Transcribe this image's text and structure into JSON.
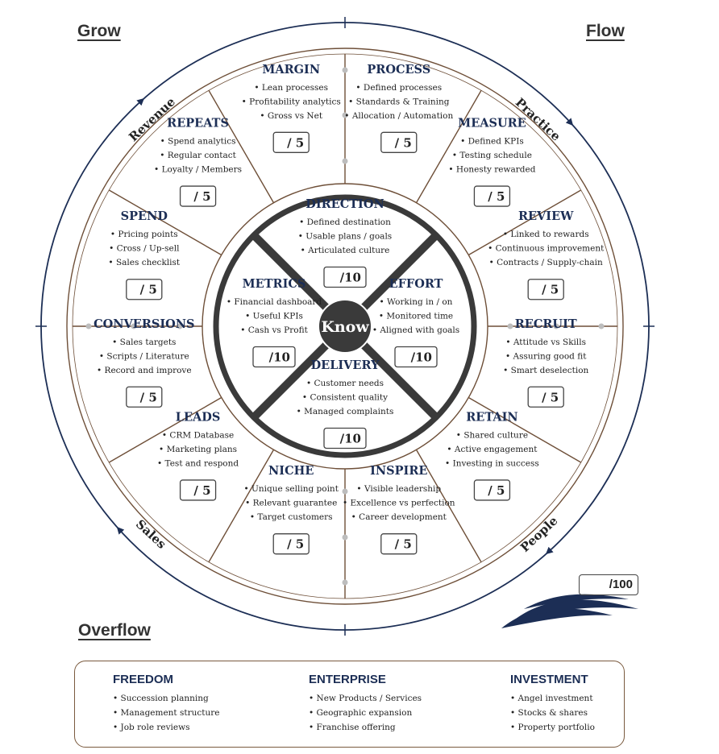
{
  "corners": {
    "grow": "Grow",
    "flow": "Flow",
    "overflow": "Overflow"
  },
  "arc_labels": {
    "revenue": "Revenue",
    "practice": "Practice",
    "sales": "Sales",
    "people": "People"
  },
  "center": {
    "label": "Know"
  },
  "inner": [
    {
      "id": "direction",
      "title": "DIRECTION",
      "items": [
        "Defined destination",
        "Usable plans / goals",
        "Articulated culture"
      ],
      "score": "/10"
    },
    {
      "id": "effort",
      "title": "EFFORT",
      "items": [
        "Working in / on",
        "Monitored time",
        "Aligned with goals"
      ],
      "score": "/10"
    },
    {
      "id": "delivery",
      "title": "DELIVERY",
      "items": [
        "Customer needs",
        "Consistent quality",
        "Managed complaints"
      ],
      "score": "/10"
    },
    {
      "id": "metrics",
      "title": "METRICS",
      "items": [
        "Financial dashboard",
        "Useful KPIs",
        "Cash vs Profit"
      ],
      "score": "/10"
    }
  ],
  "outer": [
    {
      "id": "process",
      "title": "PROCESS",
      "items": [
        "Defined processes",
        "Standards & Training",
        "Allocation / Automation"
      ],
      "score": "/ 5"
    },
    {
      "id": "measure",
      "title": "MEASURE",
      "items": [
        "Defined KPIs",
        "Testing schedule",
        "Honesty rewarded"
      ],
      "score": "/ 5"
    },
    {
      "id": "review",
      "title": "REVIEW",
      "items": [
        "Linked to rewards",
        "Continuous improvement",
        "Contracts / Supply-chain"
      ],
      "score": "/ 5"
    },
    {
      "id": "recruit",
      "title": "RECRUIT",
      "items": [
        "Attitude vs Skills",
        "Assuring good fit",
        "Smart deselection"
      ],
      "score": "/ 5"
    },
    {
      "id": "retain",
      "title": "RETAIN",
      "items": [
        "Shared culture",
        "Active engagement",
        "Investing in success"
      ],
      "score": "/ 5"
    },
    {
      "id": "inspire",
      "title": "INSPIRE",
      "items": [
        "Visible leadership",
        "Excellence vs perfection",
        "Career development"
      ],
      "score": "/ 5"
    },
    {
      "id": "niche",
      "title": "NICHE",
      "items": [
        "Unique selling point",
        "Relevant guarantee",
        "Target customers"
      ],
      "score": "/ 5"
    },
    {
      "id": "leads",
      "title": "LEADS",
      "items": [
        "CRM Database",
        "Marketing plans",
        "Test and respond"
      ],
      "score": "/ 5"
    },
    {
      "id": "conversions",
      "title": "CONVERSIONS",
      "items": [
        "Sales targets",
        "Scripts / Literature",
        "Record and improve"
      ],
      "score": "/ 5"
    },
    {
      "id": "spend",
      "title": "SPEND",
      "items": [
        "Pricing points",
        "Cross / Up-sell",
        "Sales checklist"
      ],
      "score": "/ 5"
    },
    {
      "id": "repeats",
      "title": "REPEATS",
      "items": [
        "Spend analytics",
        "Regular contact",
        "Loyalty / Members"
      ],
      "score": "/ 5"
    },
    {
      "id": "margin",
      "title": "MARGIN",
      "items": [
        "Lean processes",
        "Profitability analytics",
        "Gross vs Net"
      ],
      "score": "/ 5"
    }
  ],
  "total": "/100",
  "overflow_box": [
    {
      "title": "FREEDOM",
      "items": [
        "Succession planning",
        "Management structure",
        "Job role reviews"
      ]
    },
    {
      "title": "ENTERPRISE",
      "items": [
        "New Products / Services",
        "Geographic expansion",
        "Franchise offering"
      ]
    },
    {
      "title": "INVESTMENT",
      "items": [
        "Angel investment",
        "Stocks & shares",
        "Property portfolio"
      ]
    }
  ],
  "colors": {
    "navy": "#1c2e55",
    "brown": "#6e4f38",
    "dark": "#3a3a3a",
    "swirl": "#e3e3e3"
  }
}
